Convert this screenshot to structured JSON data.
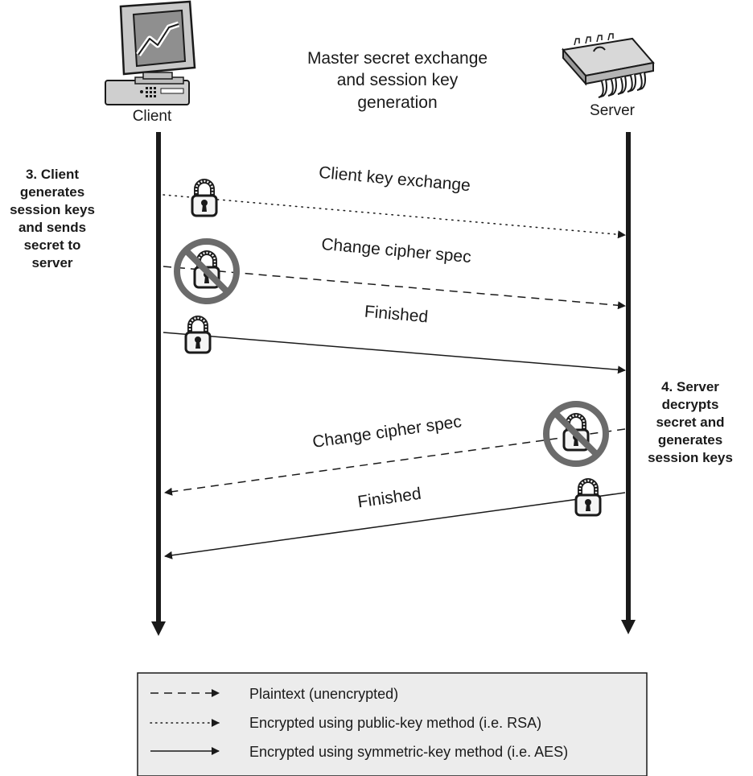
{
  "title_lines": [
    "Master secret exchange",
    "and session key",
    "generation"
  ],
  "client_label": "Client",
  "server_label": "Server",
  "client_note_lines": [
    "3. Client",
    "generates",
    "session keys",
    "and sends",
    "secret to",
    "server"
  ],
  "server_note_lines": [
    "4. Server",
    "decrypts",
    "secret and",
    "generates",
    "session keys"
  ],
  "messages": [
    {
      "label": "Client key exchange",
      "from": "client",
      "to": "server",
      "style": "dotted",
      "lock": "encrypted"
    },
    {
      "label": "Change cipher spec",
      "from": "client",
      "to": "server",
      "style": "dashed",
      "lock": "crossed"
    },
    {
      "label": "Finished",
      "from": "client",
      "to": "server",
      "style": "solid",
      "lock": "encrypted"
    },
    {
      "label": "Change cipher spec",
      "from": "server",
      "to": "client",
      "style": "dashed",
      "lock": "crossed"
    },
    {
      "label": "Finished",
      "from": "server",
      "to": "client",
      "style": "solid",
      "lock": "encrypted"
    }
  ],
  "legend": [
    {
      "style": "dashed",
      "label": "Plaintext (unencrypted)"
    },
    {
      "style": "dotted",
      "label": "Encrypted using public-key method (i.e. RSA)"
    },
    {
      "style": "solid",
      "label": "Encrypted using symmetric-key method (i.e. AES)"
    }
  ],
  "colors": {
    "line": "#1a1a1a",
    "prohibit": "#6b6b6b",
    "legend_bg": "#ececec",
    "lock_body": "#f4f4f4"
  }
}
